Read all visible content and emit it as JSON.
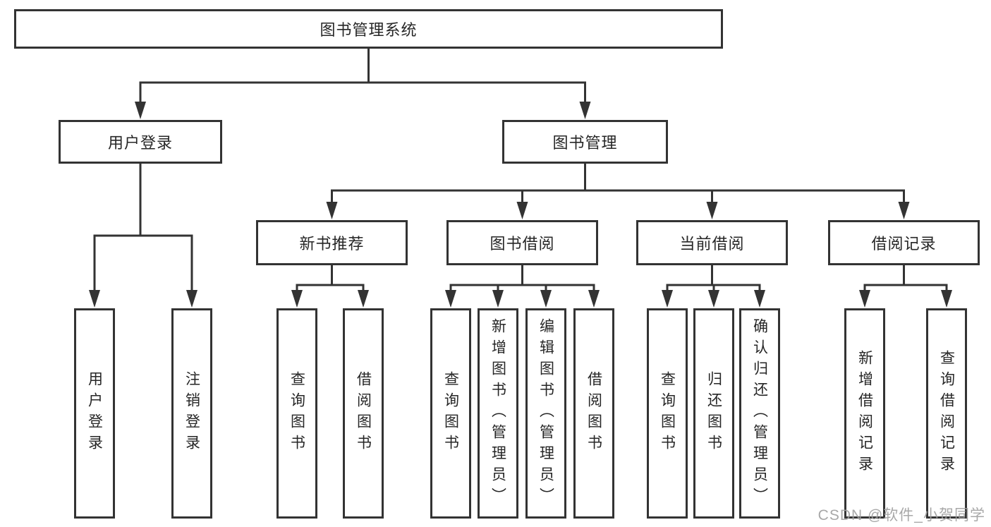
{
  "tree": {
    "root": {
      "label": "图书管理系统",
      "children": [
        {
          "label": "用户登录",
          "children": [
            {
              "label": "用户登录"
            },
            {
              "label": "注销登录"
            }
          ]
        },
        {
          "label": "图书管理",
          "children": [
            {
              "label": "新书推荐",
              "children": [
                {
                  "label": "查询图书"
                },
                {
                  "label": "借阅图书"
                }
              ]
            },
            {
              "label": "图书借阅",
              "children": [
                {
                  "label": "查询图书"
                },
                {
                  "label": "新增图书（管理员）"
                },
                {
                  "label": "编辑图书（管理员）"
                },
                {
                  "label": "借阅图书"
                }
              ]
            },
            {
              "label": "当前借阅",
              "children": [
                {
                  "label": "查询图书"
                },
                {
                  "label": "归还图书"
                },
                {
                  "label": "确认归还（管理员）"
                }
              ]
            },
            {
              "label": "借阅记录",
              "children": [
                {
                  "label": "新增借阅记录"
                },
                {
                  "label": "查询借阅记录"
                }
              ]
            }
          ]
        }
      ]
    }
  },
  "watermark": {
    "text": "CSDN @软件_小贺同学"
  },
  "colors": {
    "line": "#333333",
    "box_border": "#333333",
    "text": "#262626",
    "background": "#ffffff",
    "watermark": "#9e9e9e"
  }
}
